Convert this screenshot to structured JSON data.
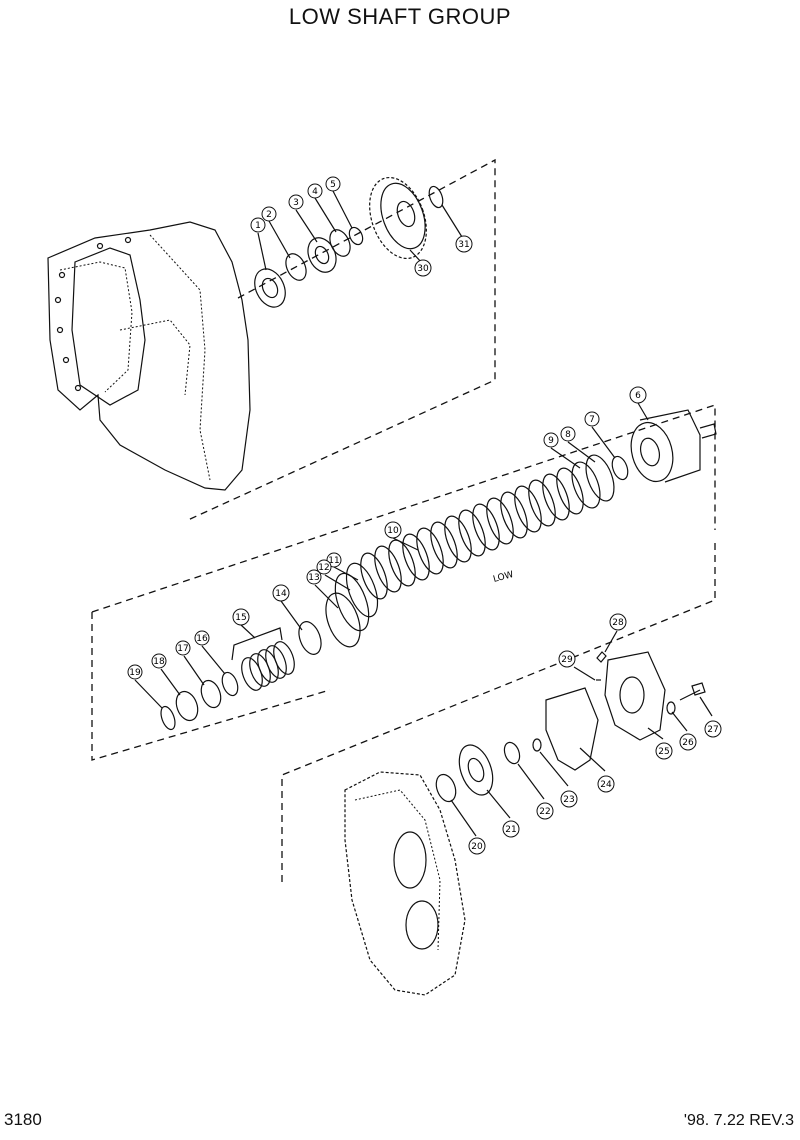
{
  "title": "LOW SHAFT GROUP",
  "page_number": "3180",
  "revision": "'98. 7.22  REV.3",
  "shaft_label": "LOW",
  "callouts": [
    "1",
    "2",
    "3",
    "4",
    "5",
    "6",
    "7",
    "8",
    "9",
    "10",
    "11",
    "12",
    "13",
    "14",
    "15",
    "16",
    "17",
    "18",
    "19",
    "20",
    "21",
    "22",
    "23",
    "24",
    "25",
    "26",
    "27",
    "28",
    "29",
    "30",
    "31"
  ]
}
